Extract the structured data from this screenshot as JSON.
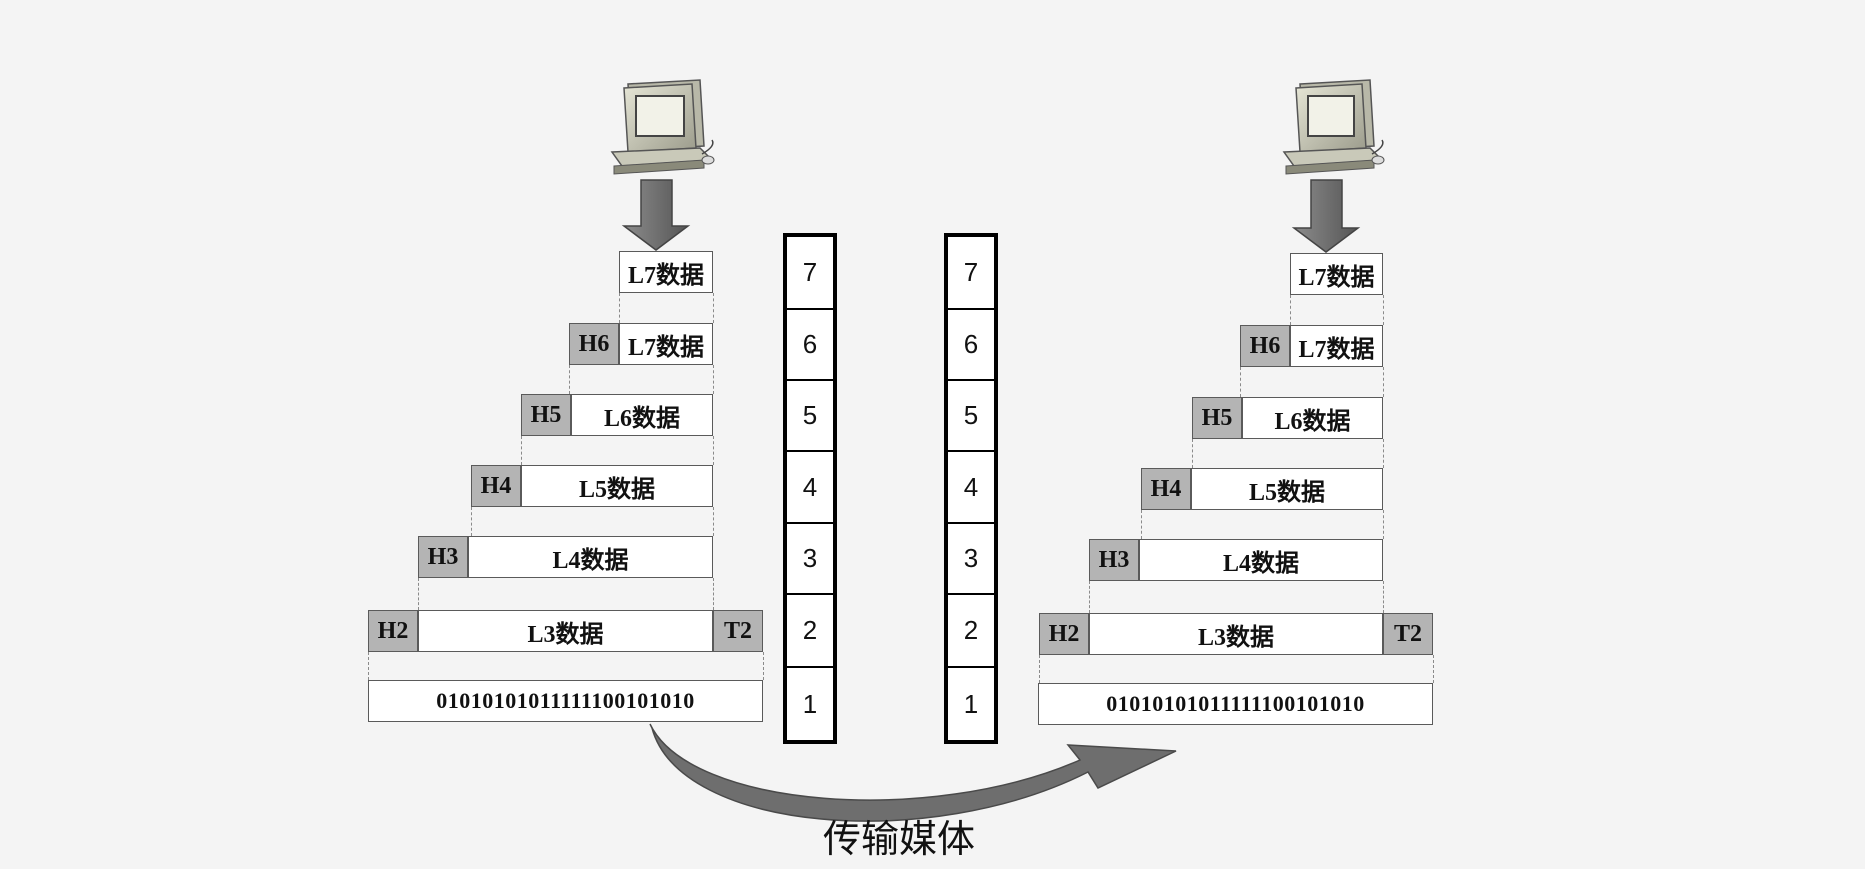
{
  "left": {
    "layers": [
      {
        "header": "",
        "body": "L7数据",
        "trailer": ""
      },
      {
        "header": "H6",
        "body": "L7数据",
        "trailer": ""
      },
      {
        "header": "H5",
        "body": "L6数据",
        "trailer": ""
      },
      {
        "header": "H4",
        "body": "L5数据",
        "trailer": ""
      },
      {
        "header": "H3",
        "body": "L4数据",
        "trailer": ""
      },
      {
        "header": "H2",
        "body": "L3数据",
        "trailer": "T2"
      }
    ],
    "bits": "01010101011111100101010"
  },
  "right": {
    "layers": [
      {
        "header": "",
        "body": "L7数据",
        "trailer": ""
      },
      {
        "header": "H6",
        "body": "L7数据",
        "trailer": ""
      },
      {
        "header": "H5",
        "body": "L6数据",
        "trailer": ""
      },
      {
        "header": "H4",
        "body": "L5数据",
        "trailer": ""
      },
      {
        "header": "H3",
        "body": "L4数据",
        "trailer": ""
      },
      {
        "header": "H2",
        "body": "L3数据",
        "trailer": "T2"
      }
    ],
    "bits": "01010101011111100101010"
  },
  "stacks": {
    "left": [
      "7",
      "6",
      "5",
      "4",
      "3",
      "2",
      "1"
    ],
    "right": [
      "7",
      "6",
      "5",
      "4",
      "3",
      "2",
      "1"
    ]
  },
  "medium_label": "传输媒体",
  "icons": {
    "sender": "computer-icon",
    "receiver": "computer-icon",
    "down_arrow": "arrow-down-icon",
    "transfer_arrow": "curved-arrow-icon"
  },
  "colors": {
    "header_fill": "#b4b4b4",
    "box_border": "#5a5a5a",
    "arrow_fill": "#6e6e6e"
  }
}
